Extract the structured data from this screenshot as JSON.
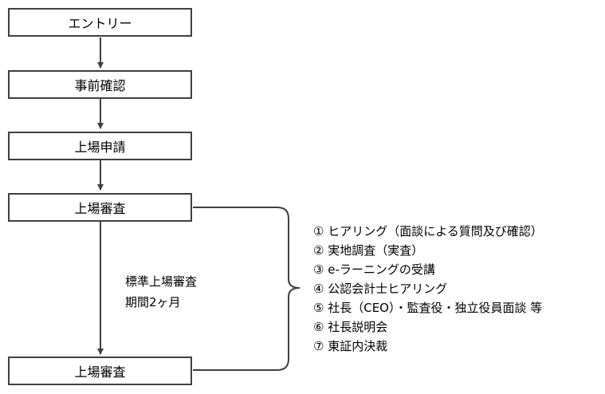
{
  "steps": [
    {
      "label": "エントリー"
    },
    {
      "label": "事前確認"
    },
    {
      "label": "上場申請"
    },
    {
      "label": "上場審査"
    },
    {
      "label": "上場審査"
    }
  ],
  "period": {
    "line1": "標準上場審査",
    "line2": "期間2ヶ月"
  },
  "review_items": [
    "① ヒアリング（面談による質問及び確認）",
    "② 実地調査（実査）",
    "③ e-ラーニングの受講",
    "④ 公認会計士ヒアリング",
    "⑤ 社長（CEO）・監査役・独立役員面談 等",
    "⑥ 社長説明会",
    "⑦ 東証内決裁"
  ]
}
